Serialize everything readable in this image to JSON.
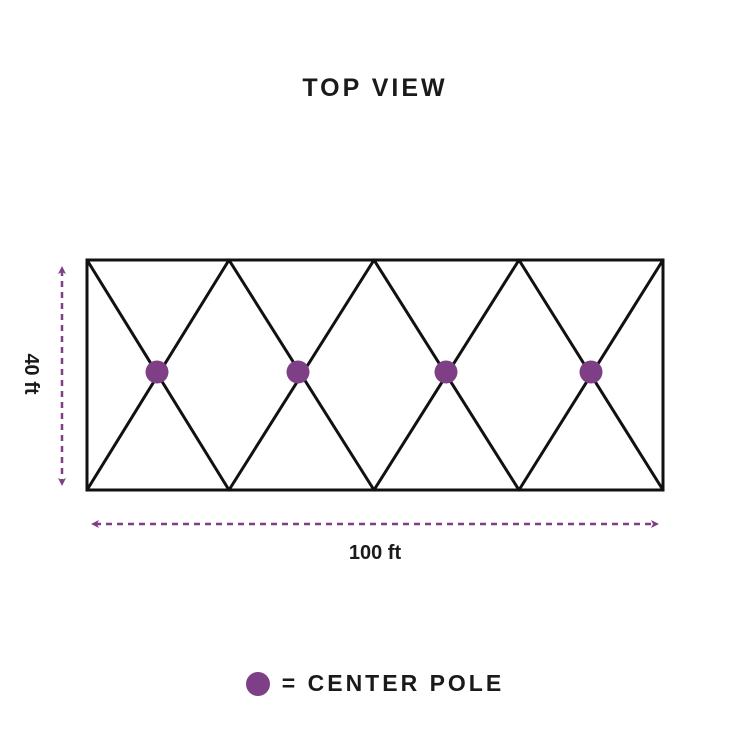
{
  "title": "TOP VIEW",
  "dimensions": {
    "width_label": "100 ft",
    "height_label": "40 ft"
  },
  "legend": {
    "text": "= CENTER POLE"
  },
  "poles": {
    "count": 4
  },
  "colors": {
    "frame": "#111111",
    "accent": "#7f3f86"
  }
}
